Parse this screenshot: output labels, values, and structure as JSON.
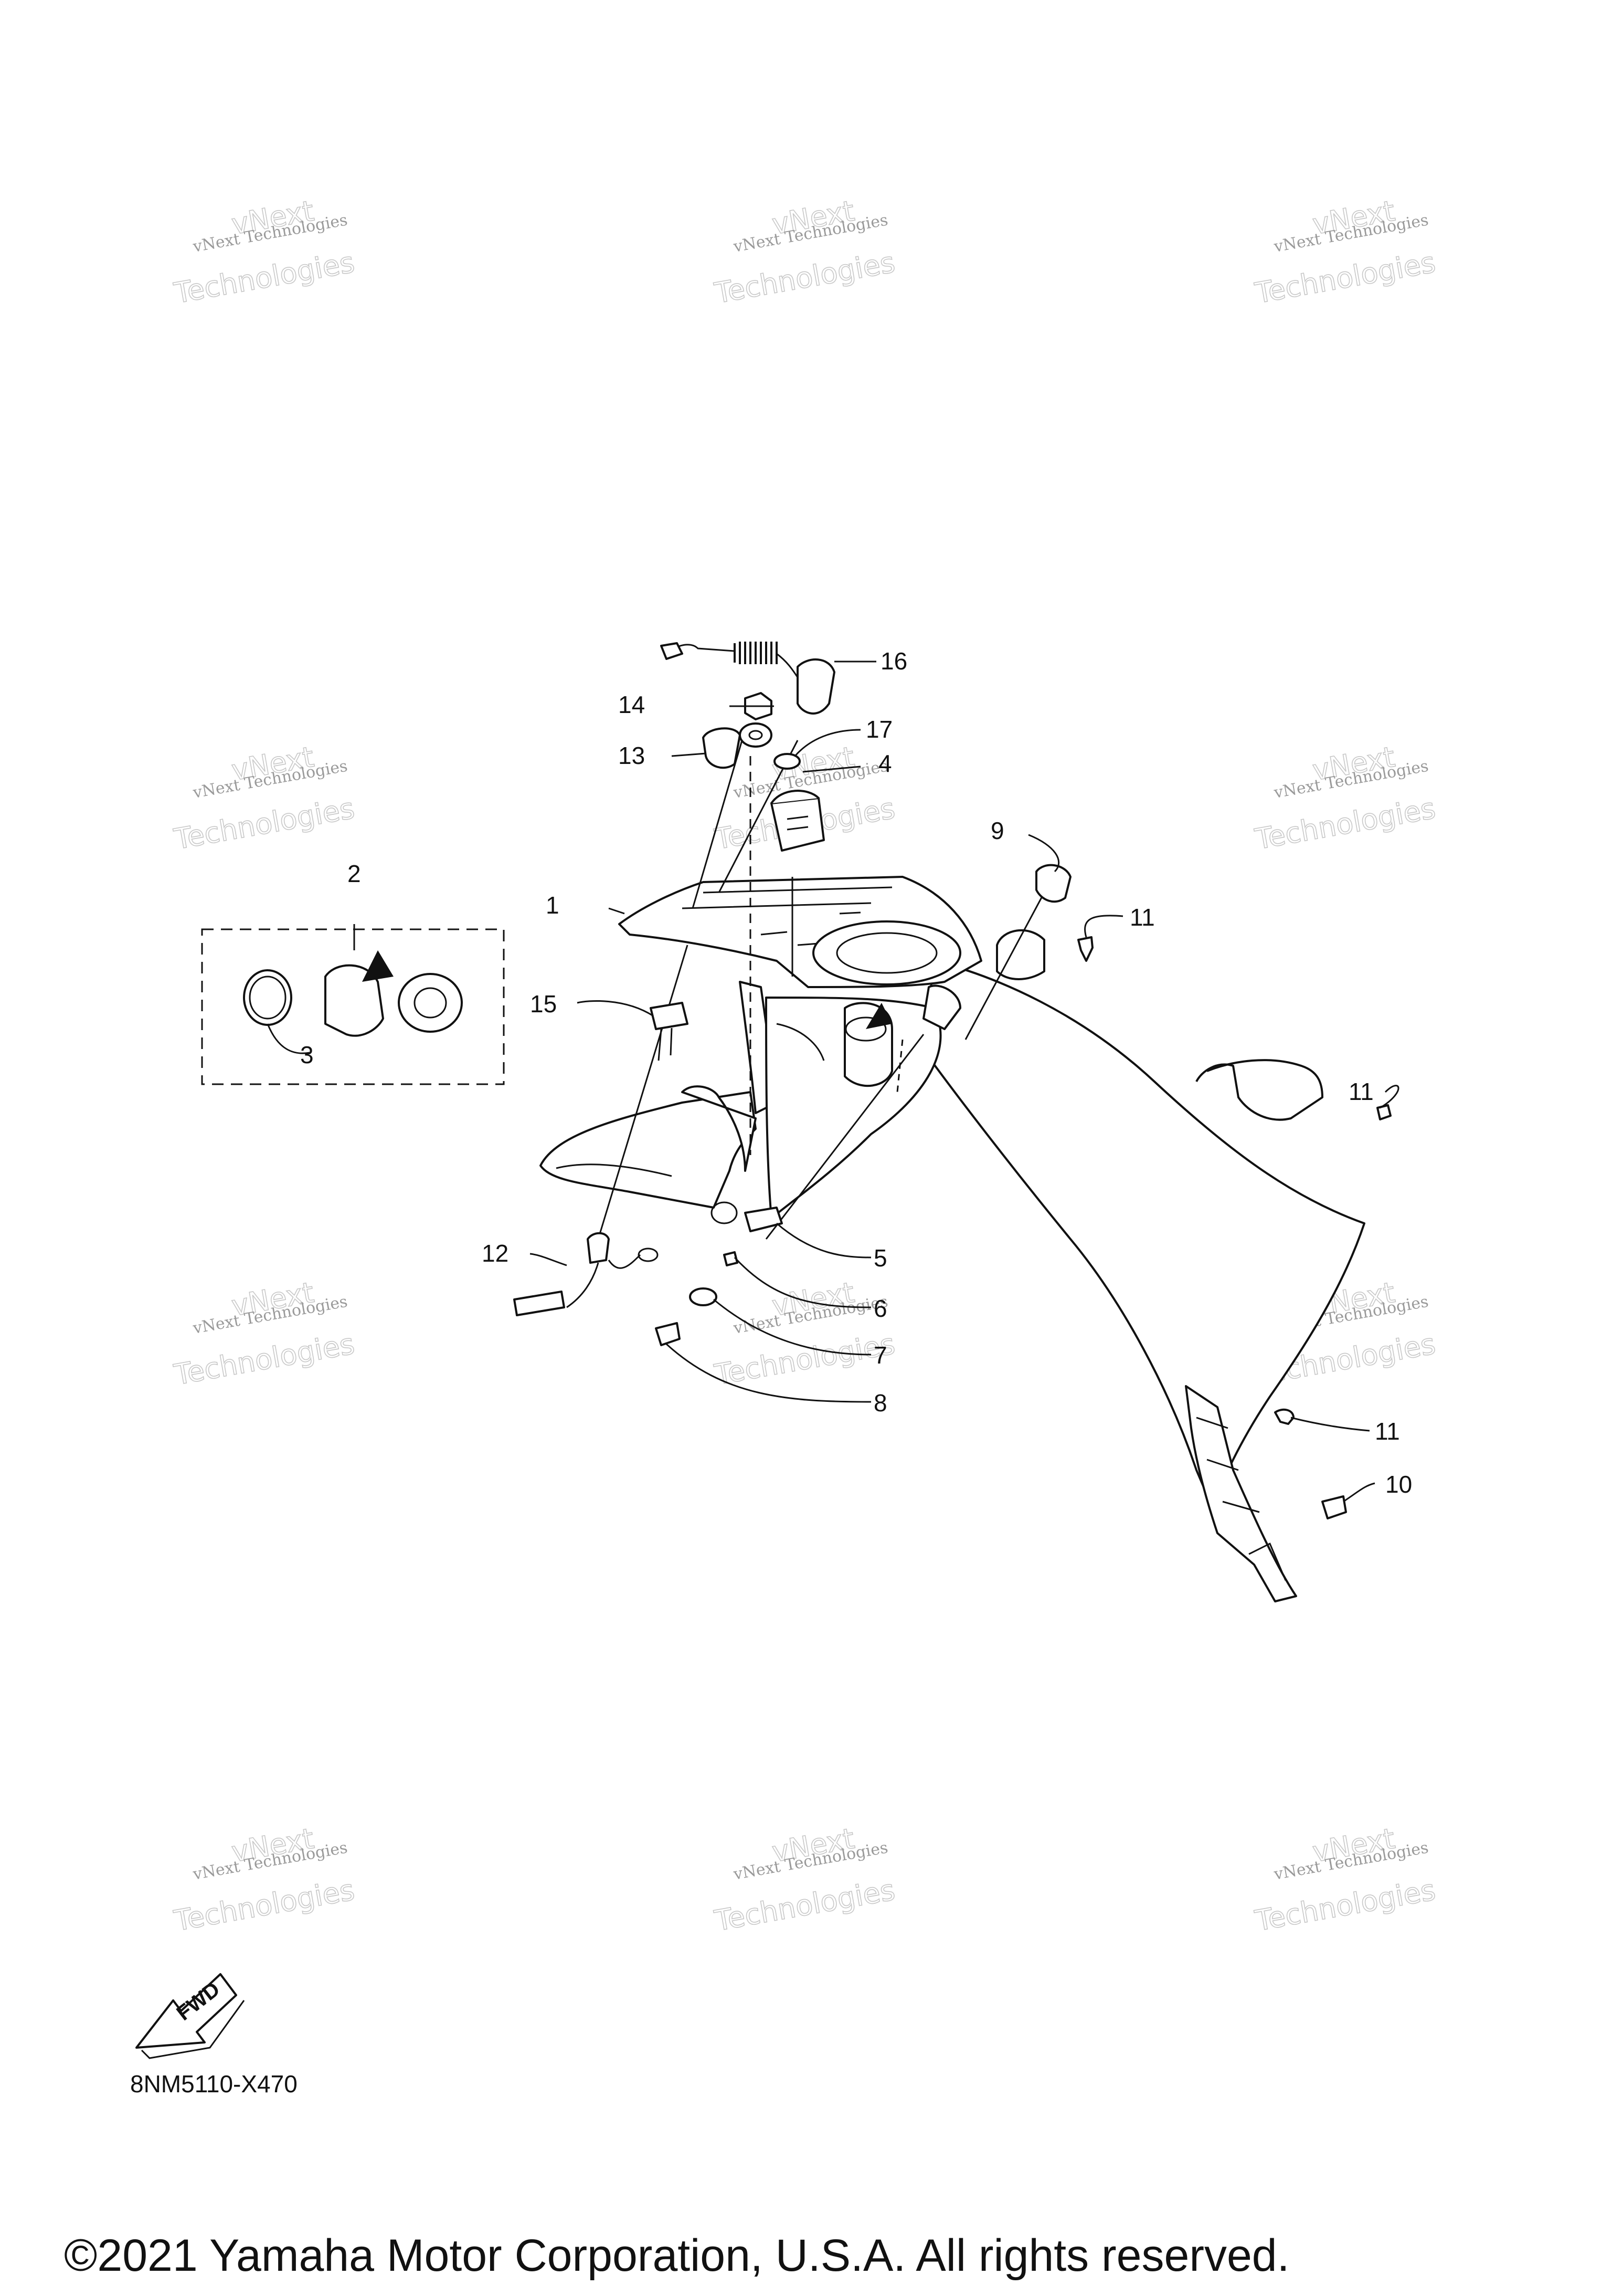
{
  "diagram": {
    "code": "8NM5110-X470",
    "copyright": "©2021 Yamaha Motor Corporation, U.S.A. All rights reserved.",
    "fwd_label": "FWD",
    "watermark": {
      "line1": "vNext Technologies",
      "line2": "Technologies",
      "overlay": "vNext"
    },
    "callouts": [
      {
        "id": "c1",
        "label": "1"
      },
      {
        "id": "c2",
        "label": "2"
      },
      {
        "id": "c3",
        "label": "3"
      },
      {
        "id": "c4",
        "label": "4"
      },
      {
        "id": "c5",
        "label": "5"
      },
      {
        "id": "c6",
        "label": "6"
      },
      {
        "id": "c7",
        "label": "7"
      },
      {
        "id": "c8",
        "label": "8"
      },
      {
        "id": "c9",
        "label": "9"
      },
      {
        "id": "c10",
        "label": "10"
      },
      {
        "id": "c11a",
        "label": "11"
      },
      {
        "id": "c11b",
        "label": "11"
      },
      {
        "id": "c11c",
        "label": "11"
      },
      {
        "id": "c12",
        "label": "12"
      },
      {
        "id": "c13",
        "label": "13"
      },
      {
        "id": "c14",
        "label": "14"
      },
      {
        "id": "c15",
        "label": "15"
      },
      {
        "id": "c16",
        "label": "16"
      },
      {
        "id": "c17",
        "label": "17"
      }
    ]
  }
}
